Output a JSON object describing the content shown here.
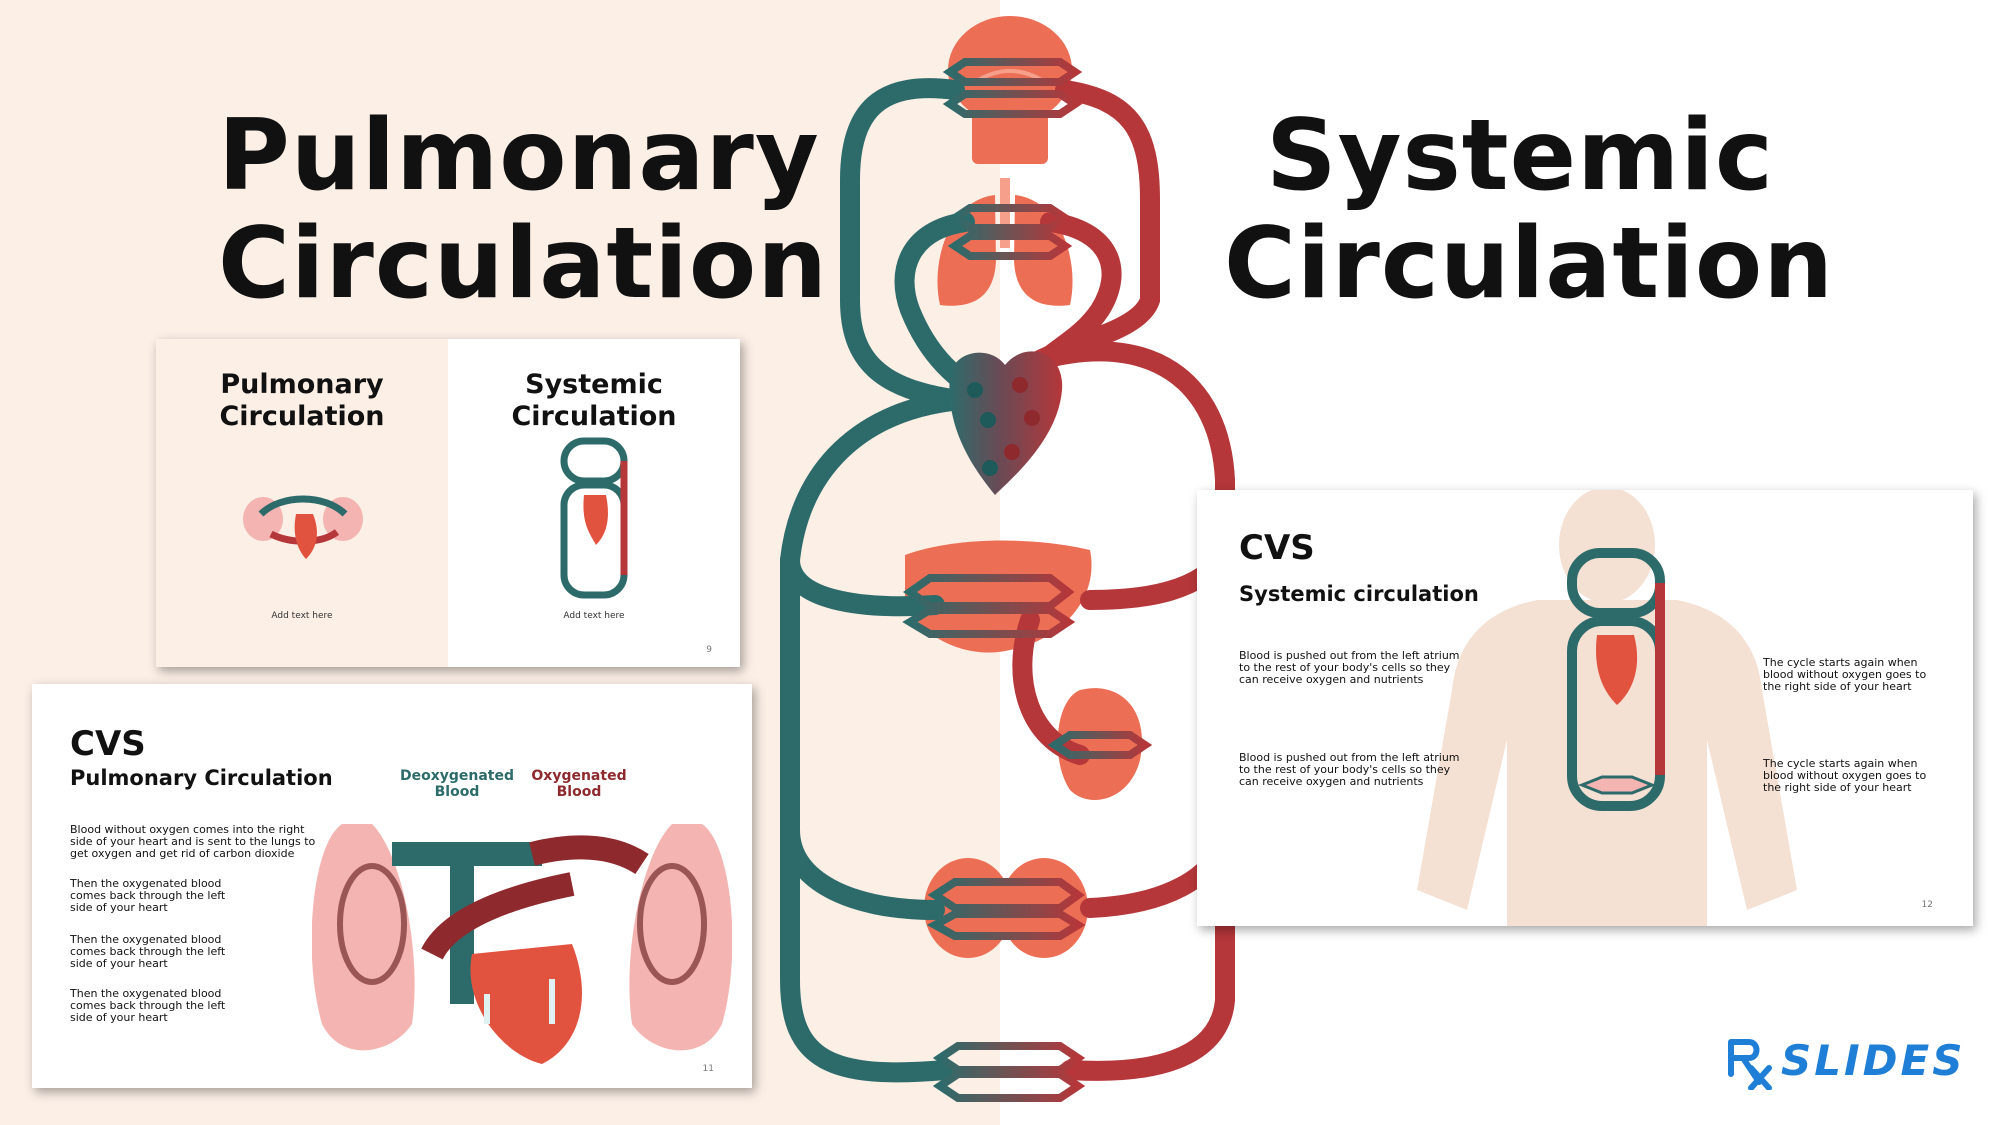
{
  "colors": {
    "background_left": "#fbefe6",
    "deoxygenated": "#2d6b6b",
    "oxygenated": "#b5373a",
    "organ": "#ec6e55",
    "brand_blue": "#1f7fd6"
  },
  "titles": {
    "pulmonary": [
      "Pulmonary",
      "Circulation"
    ],
    "systemic": [
      "Systemic",
      "Circulation"
    ]
  },
  "slides": [
    {
      "id": "slide-9",
      "number": "9",
      "left_title": [
        "Pulmonary",
        "Circulation"
      ],
      "right_title": [
        "Systemic",
        "Circulation"
      ],
      "left_caption": "Add text here",
      "right_caption": "Add text here"
    },
    {
      "id": "slide-11",
      "number": "11",
      "heading": "CVS",
      "subheading": "Pulmonary Circulation",
      "legend": [
        {
          "label": [
            "Deoxygenated",
            "Blood"
          ],
          "color": "#2d6b6b"
        },
        {
          "label": [
            "Oxygenated",
            "Blood"
          ],
          "color": "#b5373a"
        }
      ],
      "paragraphs": [
        [
          "Blood without oxygen comes into the right",
          "side of your heart and is sent to the lungs to",
          "get oxygen and get rid of carbon dioxide"
        ],
        [
          "Then the oxygenated blood",
          "comes back through the left",
          "side of your heart"
        ],
        [
          "Then the oxygenated blood",
          "comes back through the left",
          "side of your heart"
        ],
        [
          "Then the oxygenated blood",
          "comes back through the left",
          "side of your heart"
        ]
      ]
    },
    {
      "id": "slide-12",
      "number": "12",
      "heading": "CVS",
      "subheading": "Systemic circulation",
      "left_paragraphs": [
        [
          "Blood is pushed out from the left atrium",
          "to the rest of your body's cells so they",
          "can receive oxygen and nutrients"
        ],
        [
          "Blood is pushed out from the left atrium",
          "to the rest of your body's cells so they",
          "can receive oxygen and nutrients"
        ]
      ],
      "right_paragraphs": [
        [
          "The cycle starts again when",
          "blood without oxygen goes to",
          "the right side of your heart"
        ],
        [
          "The cycle starts again when",
          "blood without oxygen goes to",
          "the right side of your heart"
        ]
      ]
    }
  ],
  "logo": {
    "text": "SLIDES",
    "icon": "rx-icon"
  }
}
